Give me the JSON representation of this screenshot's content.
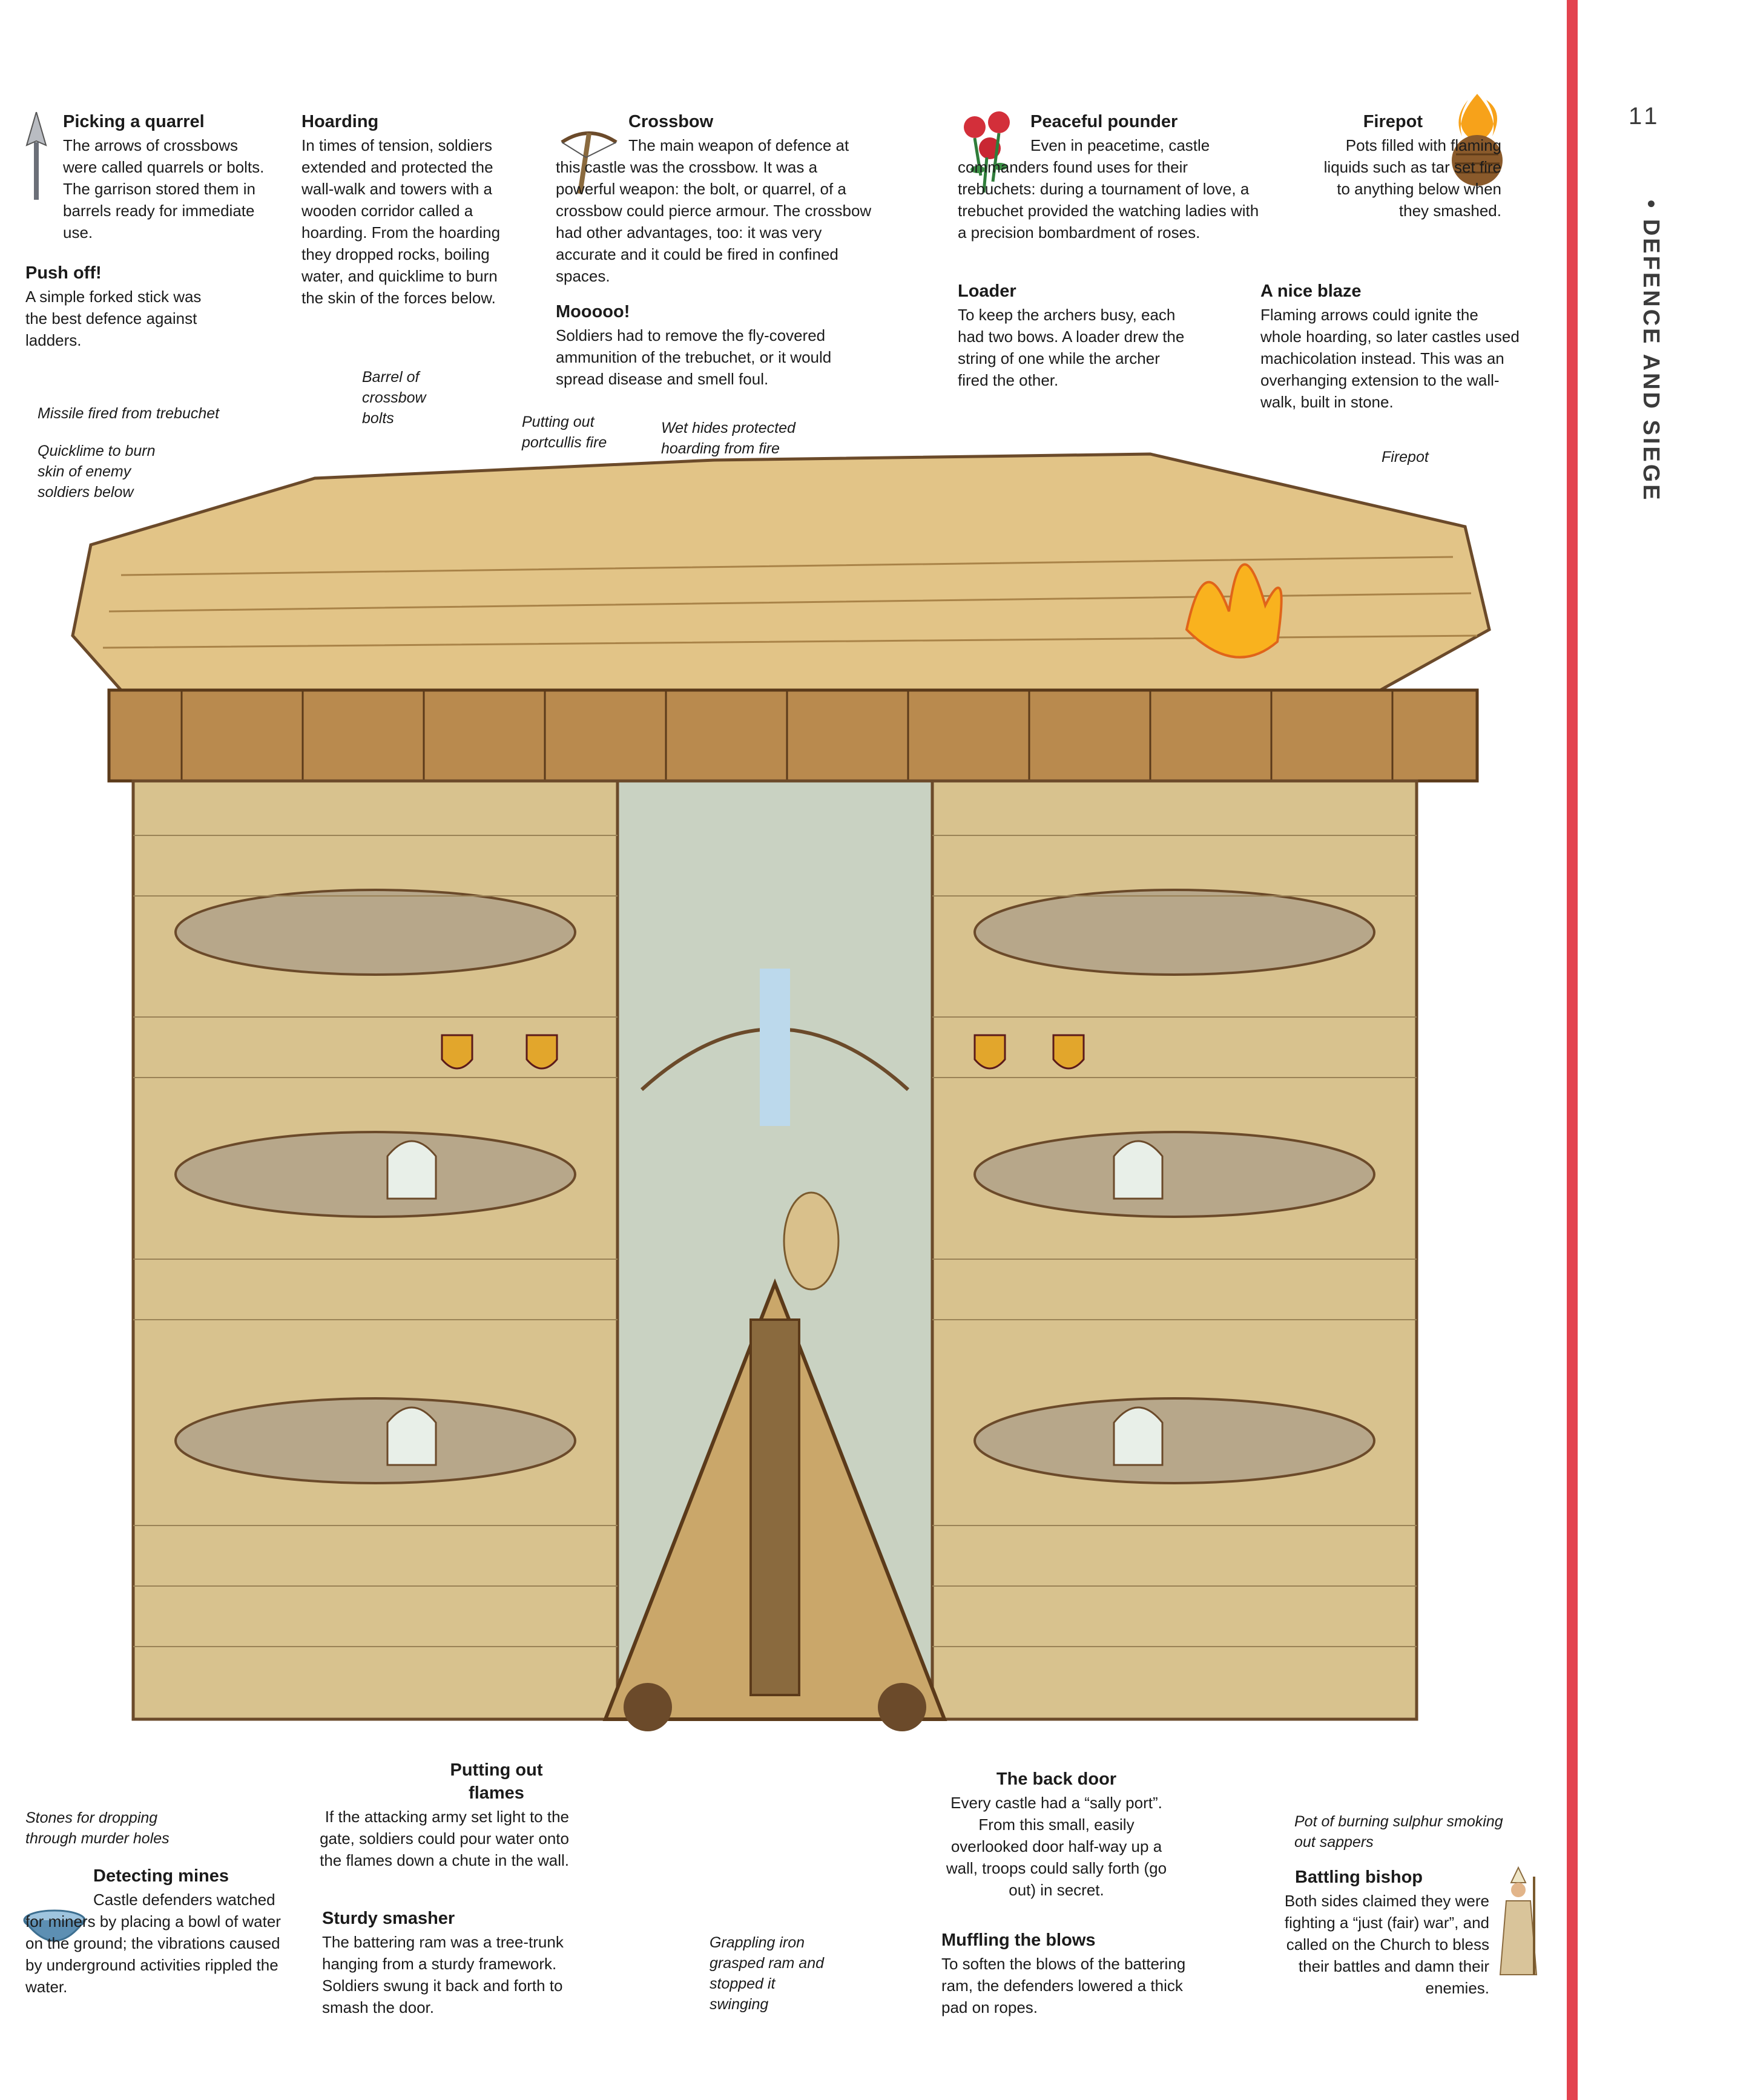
{
  "header": {
    "page_number": "11",
    "section_title": "• DEFENCE AND SIEGE",
    "accent_color": "#e3434f"
  },
  "captions": {
    "picking_quarrel": {
      "title": "Picking a quarrel",
      "body": "The arrows of crossbows were called quarrels or bolts. The garrison stored them in barrels ready for immediate use."
    },
    "push_off": {
      "title": "Push off!",
      "body": "A simple forked stick was the best defence against ladders."
    },
    "hoarding": {
      "title": "Hoarding",
      "body": "In times of tension, soldiers extended and protected the wall-walk and towers with a wooden corridor called a hoarding. From the hoarding they dropped rocks, boiling water, and quicklime to burn the skin of the forces below."
    },
    "crossbow": {
      "title": "Crossbow",
      "body": "The main weapon of defence at this castle was the crossbow. It was a powerful weapon: the bolt, or quarrel, of a crossbow could pierce armour. The crossbow had other advantages, too: it was very accurate and it could be fired in confined spaces."
    },
    "mooooo": {
      "title": "Mooooo!",
      "body": "Soldiers had to remove the fly-covered ammunition of the trebuchet, or it would spread disease and smell foul."
    },
    "peaceful_pounder": {
      "title": "Peaceful pounder",
      "body": "Even in peacetime, castle commanders found uses for their trebuchets: during a tournament of love, a trebuchet provided the watching ladies with a precision bombardment of roses."
    },
    "loader": {
      "title": "Loader",
      "body": "To keep the archers busy, each had two bows. A loader drew the string of one while the archer fired the other."
    },
    "firepot": {
      "title": "Firepot",
      "body": "Pots filled with flaming liquids such as tar set fire to anything below when they smashed."
    },
    "nice_blaze": {
      "title": "A nice blaze",
      "body": "Flaming arrows could ignite the whole hoarding, so later castles used machicolation instead. This was an overhanging extension to the wall-walk, built in stone."
    },
    "putting_flames": {
      "title": "Putting out flames",
      "body": "If the attacking army set light to the gate, soldiers could pour water onto the flames down a chute in the wall."
    },
    "detecting_mines": {
      "title": "Detecting mines",
      "body": "Castle defenders watched for miners by placing a bowl of water on the ground; the vibrations caused by underground activities rippled the water."
    },
    "sturdy_smasher": {
      "title": "Sturdy smasher",
      "body": "The battering ram was a tree-trunk hanging from a sturdy framework. Soldiers swung it back and forth to smash the door."
    },
    "back_door": {
      "title": "The back door",
      "body": "Every castle had a “sally port”. From this small, easily overlooked door half-way up a wall, troops could sally forth (go out) in secret."
    },
    "muffling": {
      "title": "Muffling the blows",
      "body": "To soften the blows of the battering ram, the defenders lowered a thick pad on ropes."
    },
    "battling_bishop": {
      "title": "Battling bishop",
      "body": "Both sides claimed they were fighting a “just (fair) war”, and called on the Church to bless their battles and damn their enemies."
    }
  },
  "labels": {
    "missile": "Missile fired from trebuchet",
    "quicklime": "Quicklime to burn skin of enemy soldiers below",
    "barrel": "Barrel of crossbow bolts",
    "portcullis": "Putting out portcullis fire",
    "wet_hides": "Wet hides protected hoarding from fire",
    "firepot_label": "Firepot",
    "stones": "Stones for dropping through murder holes",
    "grappling": "Grappling iron grasped ram and stopped it swinging",
    "sulphur": "Pot of burning sulphur smoking out sappers"
  }
}
